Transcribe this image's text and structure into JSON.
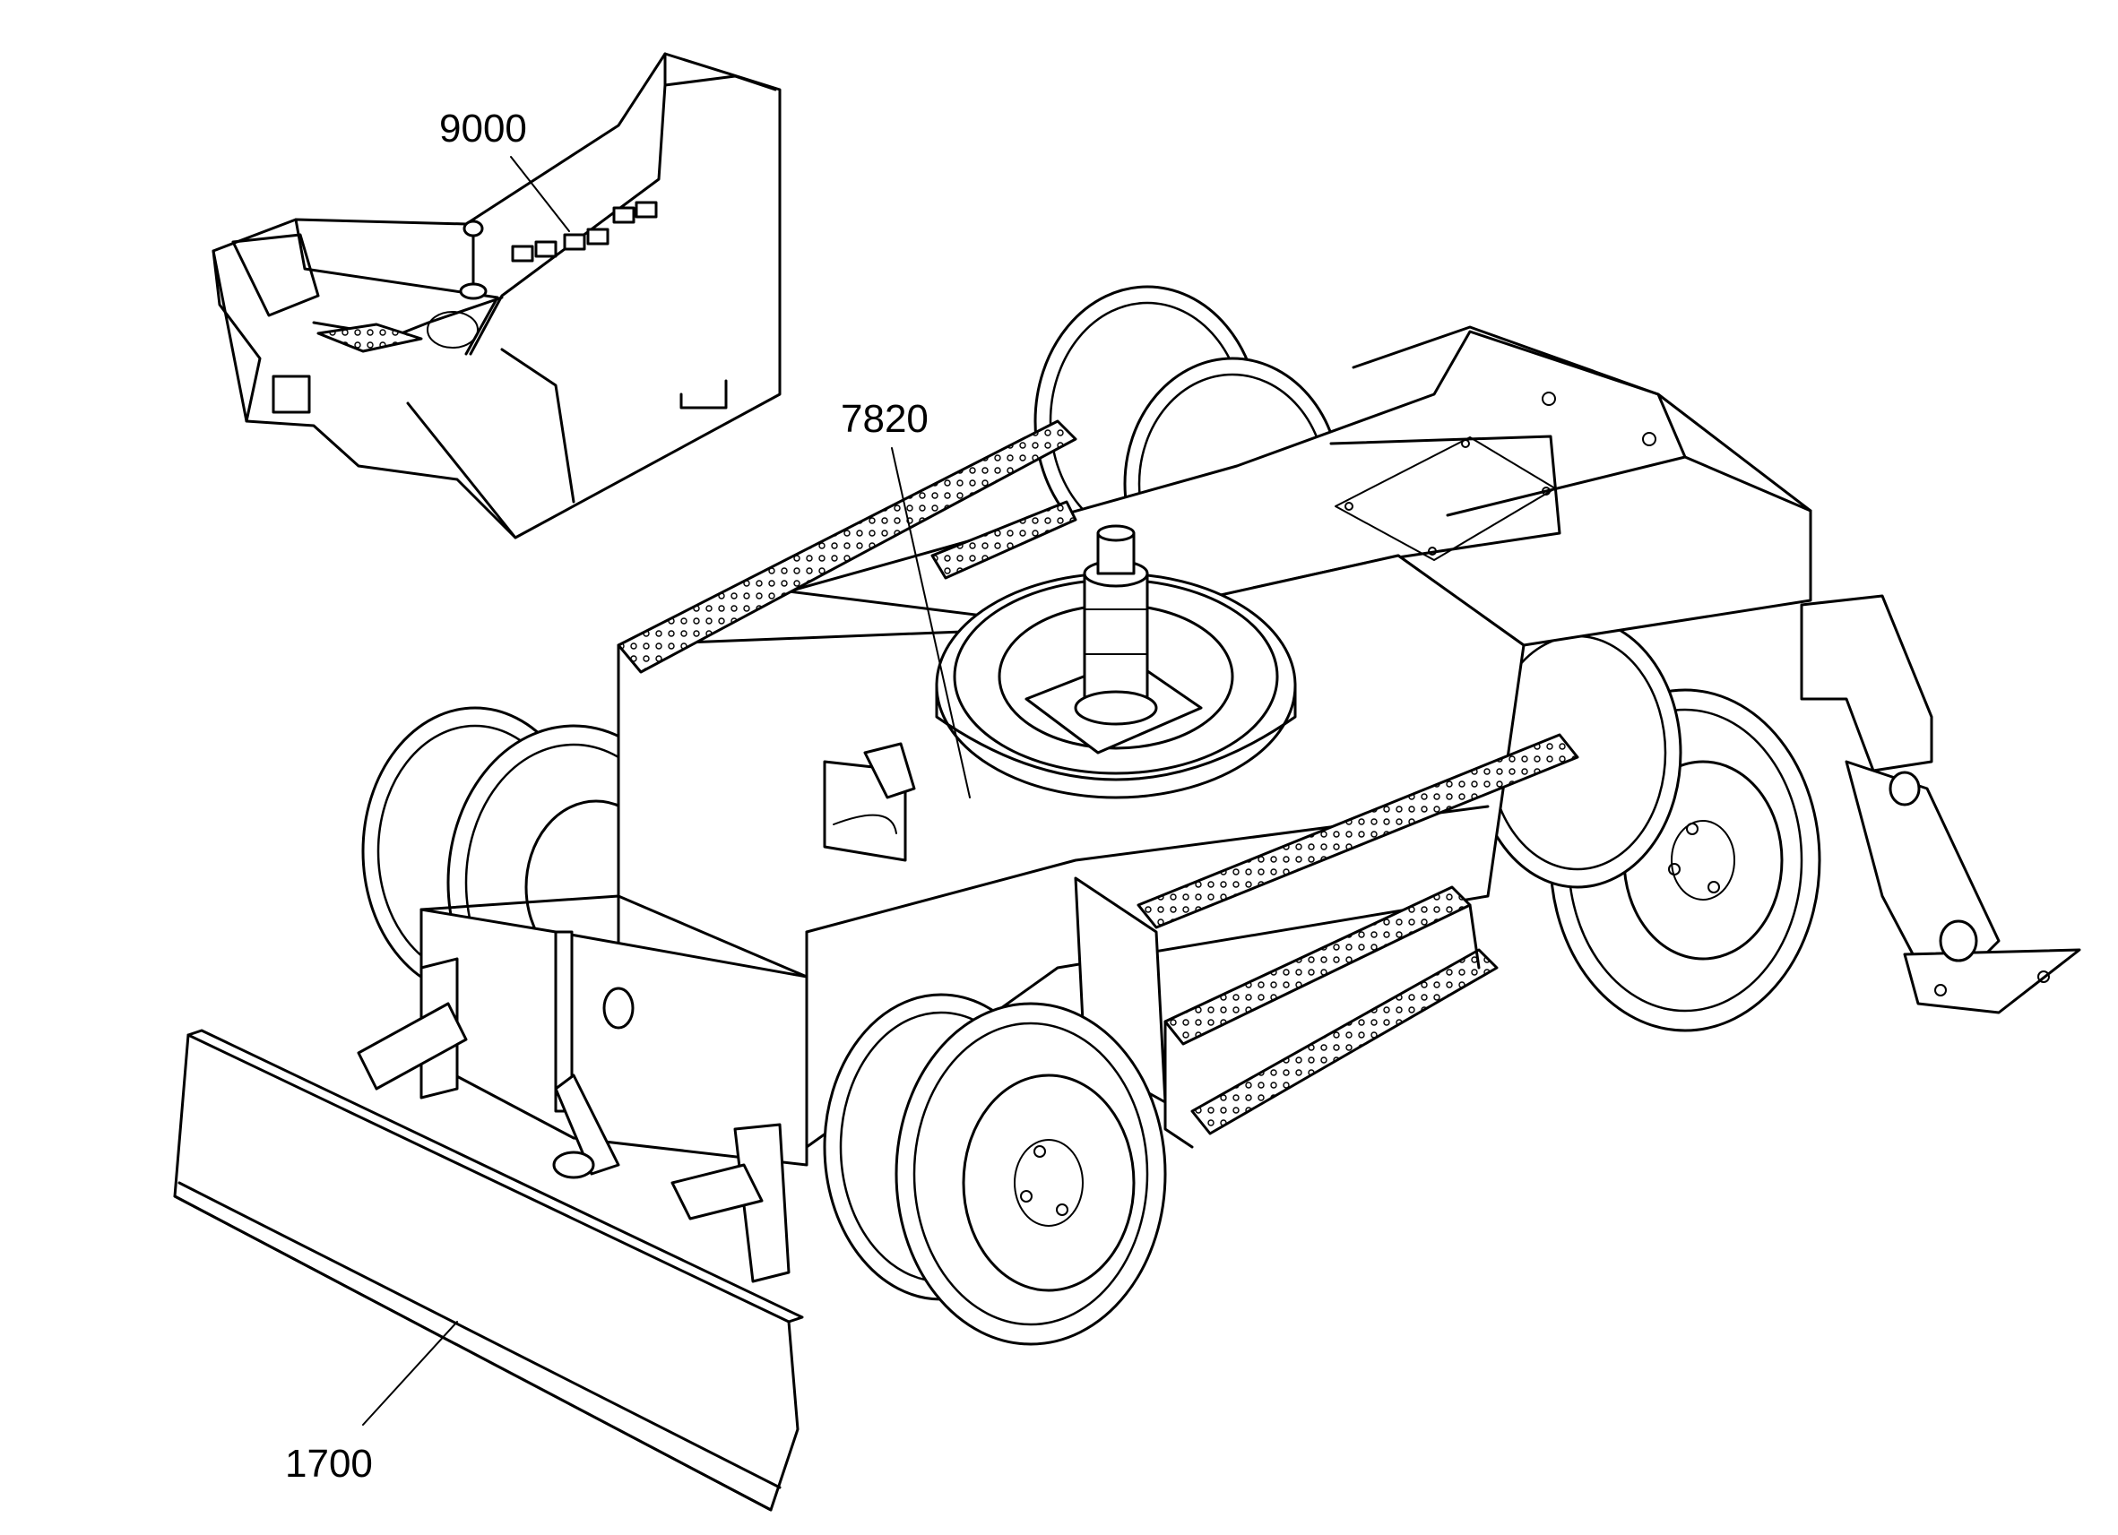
{
  "callouts": {
    "c9000": "9000",
    "c7820": "7820",
    "c1700": "1700"
  },
  "icons": [
    "operator-cab-console",
    "slewing-ring",
    "dozer-blade",
    "outrigger-support",
    "wheel",
    "tyre-tread"
  ],
  "colors": {
    "line": "#000000",
    "background": "#ffffff"
  }
}
